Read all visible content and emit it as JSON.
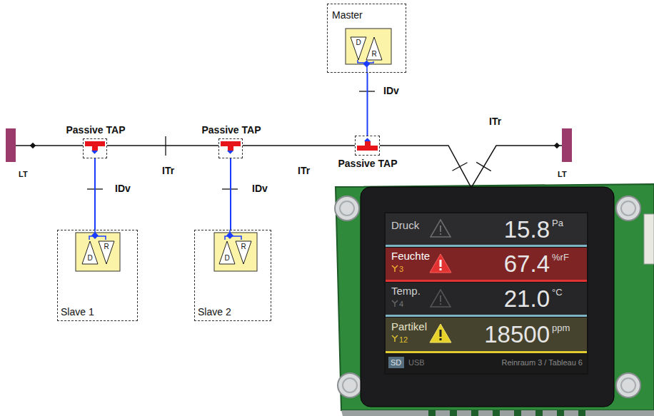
{
  "diagram": {
    "nodes": [
      {
        "text": [
          "Master"
        ]
      },
      {
        "text": [
          "D"
        ],
        "in": 0
      },
      {
        "text": [
          "R"
        ],
        "in": 0
      },
      {
        "text": [
          "LT"
        ]
      },
      {
        "text": [
          "Passive TAP"
        ]
      },
      {
        "text": [
          "Passive TAP"
        ]
      },
      {
        "text": [
          "Passive TAP"
        ]
      },
      {
        "text": [
          "LT"
        ]
      },
      {
        "text": [
          "Slave 1"
        ]
      },
      {
        "text": [
          "D"
        ],
        "in": 8
      },
      {
        "text": [
          "R"
        ],
        "in": 8
      },
      {
        "text": [
          "Slave 2"
        ]
      },
      {
        "text": [
          "D"
        ],
        "in": 11
      },
      {
        "text": [
          "R"
        ],
        "in": 11
      },
      {
        "text": [
          "Druck",
          "15.8",
          "Pa"
        ]
      },
      {
        "text": [
          "Feuchte",
          "3",
          "67.4",
          "%rF"
        ]
      },
      {
        "text": [
          "Temp.",
          "4",
          "21.0",
          "°C"
        ]
      },
      {
        "text": [
          "Partikel",
          "12",
          "18500",
          "ppm"
        ]
      }
    ],
    "edges": [
      {
        "from": 3,
        "to": 4,
        "arrow": "none"
      },
      {
        "from": 4,
        "to": 5,
        "label": "ITr",
        "arrow": "none"
      },
      {
        "from": 5,
        "to": 6,
        "label": "ITr",
        "arrow": "none"
      },
      {
        "from": 6,
        "to": 7,
        "label": "ITr",
        "arrow": "none"
      },
      {
        "from": 4,
        "to": 8,
        "label": "IDv",
        "arrow": "none"
      },
      {
        "from": 5,
        "to": 11,
        "label": "IDv",
        "arrow": "none"
      },
      {
        "from": 6,
        "to": 0,
        "label": "IDv",
        "arrow": "none"
      }
    ],
    "labels": [
      "SD",
      "USB",
      "Reinraum 3 / Tableau 6"
    ]
  }
}
